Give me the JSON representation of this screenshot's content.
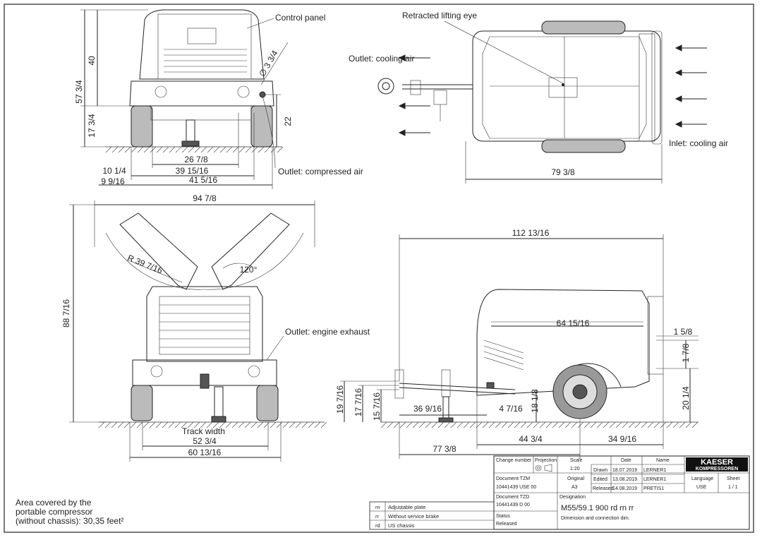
{
  "labels": {
    "control_panel": "Control panel",
    "retracted_lifting_eye": "Retracted lifting eye",
    "outlet_cooling_air": "Outlet: cooling air",
    "inlet_cooling_air": "Inlet: cooling air",
    "outlet_compressed_air": "Outlet: compressed air",
    "outlet_engine_exhaust": "Outlet: engine exhaust",
    "track_width": "Track width"
  },
  "dimensions": {
    "front_total_height": "57 3/4",
    "front_upper_height": "40",
    "front_lower_height": "17 3/4",
    "front_port_diameter": "∅ 3 3/4",
    "front_port_height": "22",
    "front_width_a": "26 7/8",
    "front_width_b": "39 15/16",
    "front_width_c": "41 5/16",
    "front_offset_a": "10 1/4",
    "front_offset_b": "9 9/16",
    "top_length": "79 3/8",
    "open_width": "94 7/8",
    "open_height": "88 7/16",
    "lid_radius": "R 39 7/16",
    "lid_angle": "120°",
    "side_overall_length": "112 13/16",
    "side_body_length": "64 15/16",
    "side_right_a": "1 5/8",
    "side_right_b": "1 7/8",
    "side_right_c": "20 1/4",
    "side_tow_a": "19 7/16",
    "side_tow_b": "17 7/16",
    "side_tow_c": "15 7/16",
    "side_drawbar": "36 9/16",
    "side_small": "4 7/16",
    "side_chassis_height": "18 1/8",
    "side_axle_to_front": "44 3/4",
    "side_axle_to_rear": "34 9/16",
    "side_tow_to_axle": "77 3/8",
    "track_width_a": "52 3/4",
    "track_width_b": "60 13/16"
  },
  "area_note": {
    "line1": "Area covered by the",
    "line2": "portable compressor",
    "line3": "(without chassis): 30,35 feet²"
  },
  "options_table": [
    {
      "code": "rn",
      "text": "Adjustable plate"
    },
    {
      "code": "rr",
      "text": "Without service brake"
    },
    {
      "code": "rd",
      "text": "US chassis"
    }
  ],
  "title_block": {
    "change_number": "Change number",
    "projection": "Projection",
    "scale_label": "Scale",
    "scale_value": "1:20",
    "date_label": "Date",
    "name_label": "Name",
    "drawn": "Drawn",
    "drawn_date": "18.07.2019",
    "drawn_name": "LERNER1",
    "edited": "Edited",
    "edited_date": "13.08.2019",
    "edited_name": "LERNER1",
    "released": "Released",
    "released_date": "14.08.2019",
    "released_name": "PRETIS1",
    "doc_tzm_label": "Document TZM",
    "doc_tzm_value": "10441439 USE 00",
    "original_label": "Original",
    "original_value": "A3",
    "doc_tzd_label": "Document TZD",
    "doc_tzd_value": "10441439 D 00",
    "designation_label": "Designation",
    "designation_value": "M55/59.1 900 rd rn rr",
    "designation_sub": "Dimension and connection dim.",
    "status_label": "Status",
    "status_value": "Released",
    "language_label": "Language",
    "language_value": "USE",
    "sheet_label": "Sheet",
    "sheet_value": "1 / 1",
    "brand_top": "KAESER",
    "brand_bottom": "KOMPRESSOREN"
  }
}
